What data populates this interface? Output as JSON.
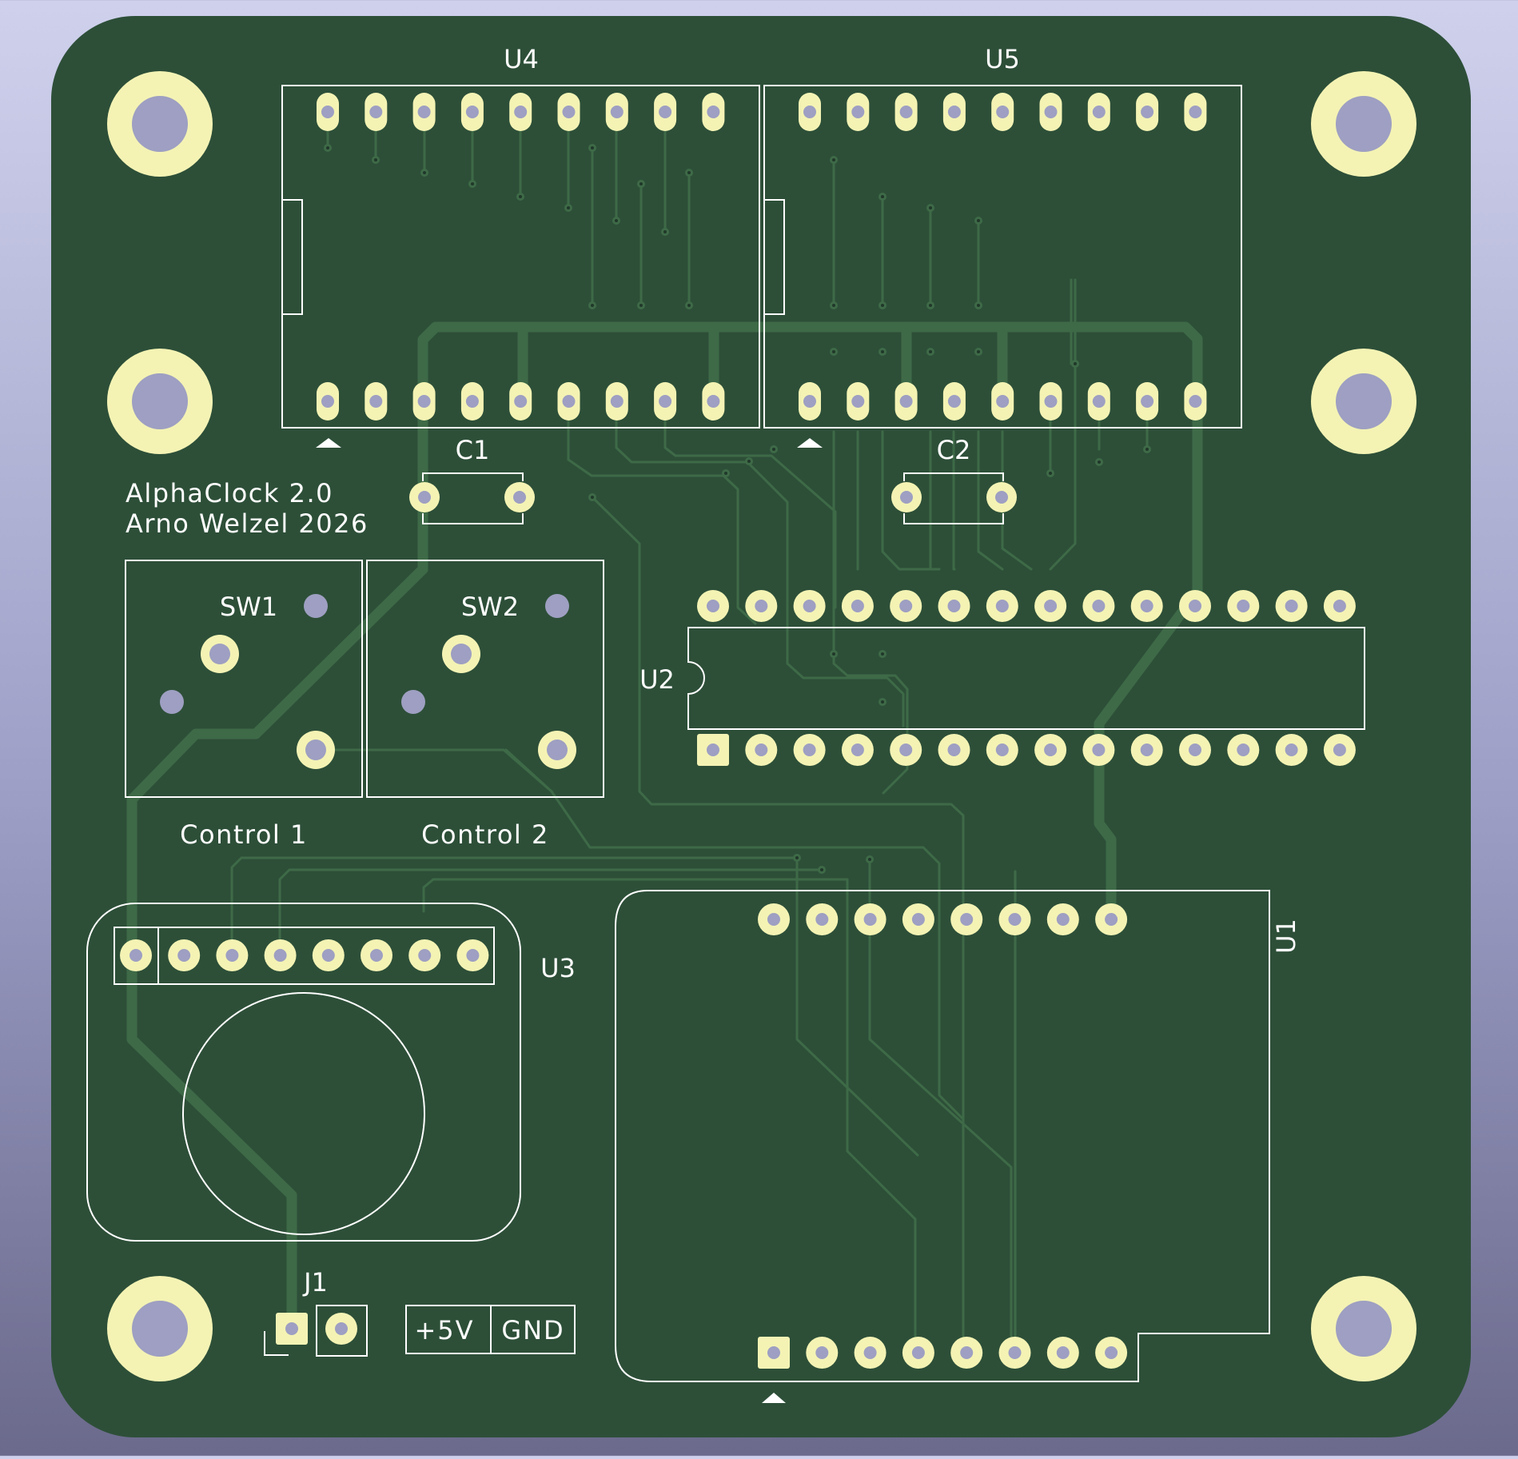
{
  "labels": {
    "u4": "U4",
    "u5": "U5",
    "c1": "C1",
    "c2": "C2",
    "title": "AlphaClock 2.0",
    "author": "Arno Welzel 2026",
    "sw1": "SW1",
    "sw2": "SW2",
    "u2": "U2",
    "control1": "Control 1",
    "control2": "Control 2",
    "u3": "U3",
    "u1": "U1",
    "j1": "J1",
    "plus5v": "+5V",
    "gnd": "GND"
  },
  "colors": {
    "board": "#2d4f38",
    "trace": "#3e6a47",
    "pad": "#f4f3b4",
    "hole": "#9e9fc2",
    "silk": "#ffffff"
  }
}
